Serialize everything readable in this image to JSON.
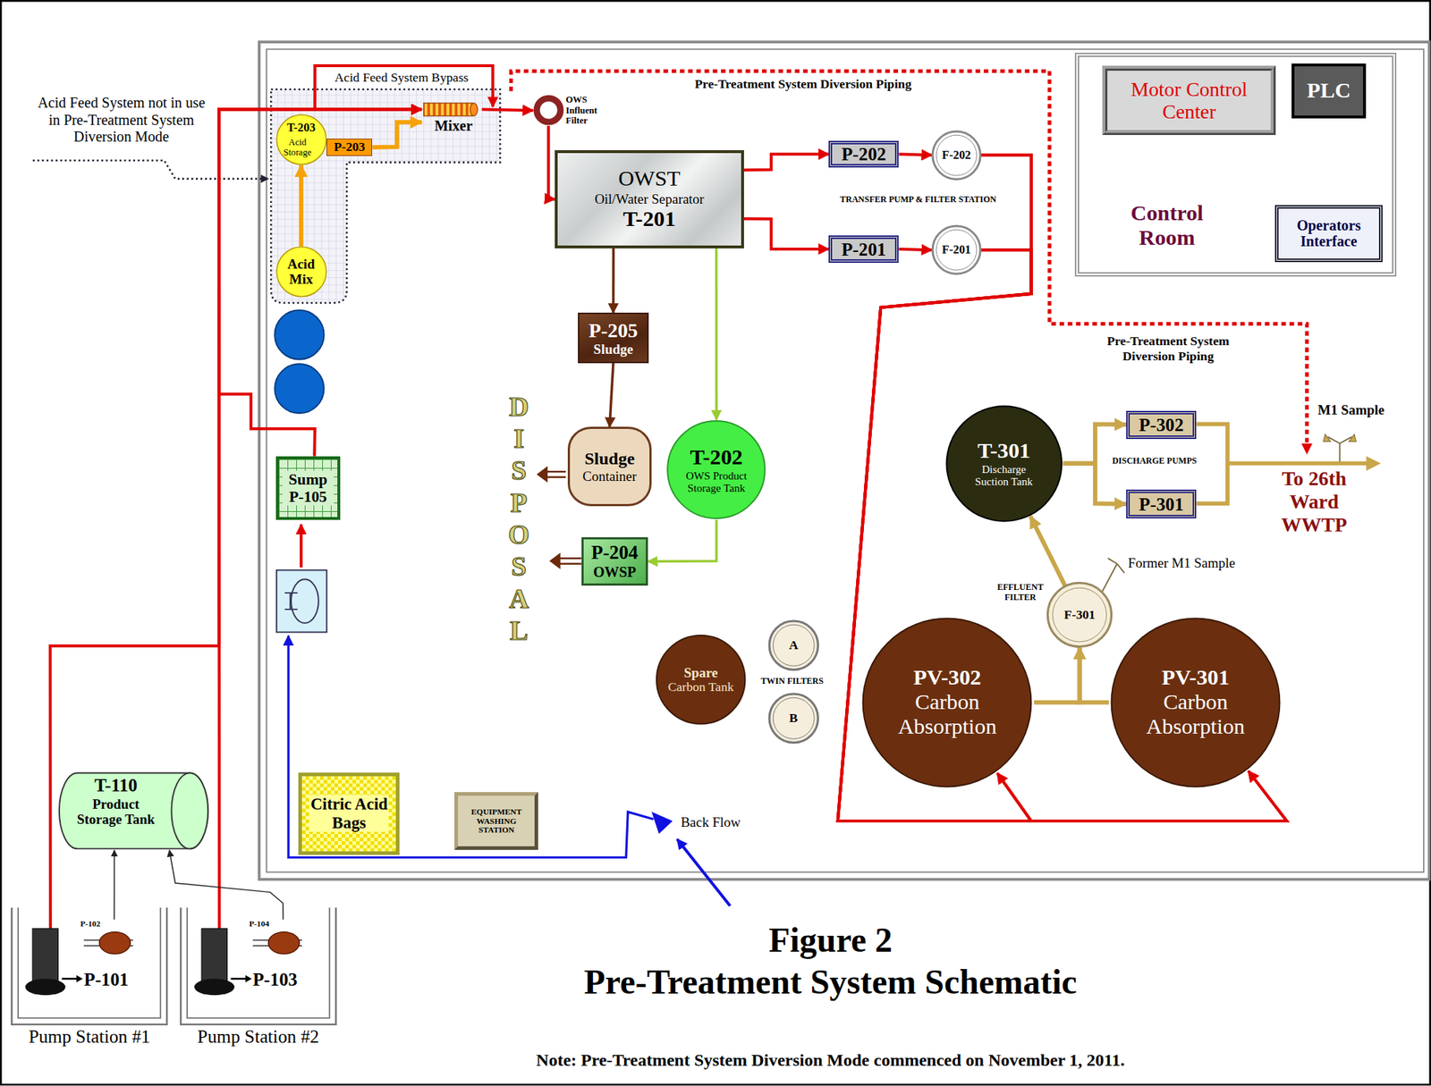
{
  "diagram": {
    "title": "Figure 2",
    "nodes": [
      {
        "text": [
          "T-203",
          "Acid Storage"
        ]
      },
      {
        "text": [
          "P-203"
        ]
      },
      {
        "text": [
          "Mixer"
        ]
      },
      {
        "text": [
          "Acid Mix"
        ]
      },
      {
        "text": [
          "OWS Influent Filter"
        ]
      },
      {
        "text": [
          "OWST",
          "Oil/Water Separator",
          "T-201"
        ]
      },
      {
        "text": [
          "P-202"
        ]
      },
      {
        "text": [
          "F-202"
        ]
      },
      {
        "text": [
          "P-201"
        ]
      },
      {
        "text": [
          "F-201"
        ]
      },
      {
        "text": [
          "P-205",
          "Sludge"
        ]
      },
      {
        "text": [
          "Sludge",
          "Container"
        ]
      },
      {
        "text": [
          "T-202",
          "OWS Product Storage Tank"
        ]
      },
      {
        "text": [
          "P-204",
          "OWSP"
        ]
      },
      {
        "text": [
          "Sump P-105"
        ]
      },
      {
        "text": [
          "T-110",
          "Product Storage Tank"
        ]
      },
      {
        "text": [
          "Pump Station #1"
        ]
      },
      {
        "text": [
          "P-101"
        ],
        "in": 16
      },
      {
        "text": [
          "P-102"
        ],
        "in": 16
      },
      {
        "text": [
          "Pump Station #2"
        ]
      },
      {
        "text": [
          "P-103"
        ],
        "in": 19
      },
      {
        "text": [
          "P-104"
        ],
        "in": 19
      },
      {
        "text": [
          "Citric Acid Bags"
        ]
      },
      {
        "text": [
          "EQUIPMENT WASHING STATION"
        ]
      },
      {
        "text": [
          "Spare",
          "Carbon Tank"
        ]
      },
      {
        "text": [
          "A"
        ]
      },
      {
        "text": [
          "B"
        ]
      },
      {
        "text": [
          "T-301",
          "Discharge Suction Tank"
        ]
      },
      {
        "text": [
          "P-302"
        ]
      },
      {
        "text": [
          "P-301"
        ]
      },
      {
        "text": [
          "F-301"
        ]
      },
      {
        "text": [
          "PV-302",
          "Carbon Absorption"
        ]
      },
      {
        "text": [
          "PV-301",
          "Carbon Absorption"
        ]
      },
      {
        "text": [
          "Control Room"
        ]
      },
      {
        "text": [
          "Motor Control Center"
        ],
        "in": 33
      },
      {
        "text": [
          "PLC"
        ],
        "in": 33
      },
      {
        "text": [
          "Operators Interface"
        ],
        "in": 33
      }
    ],
    "edges": [
      {
        "from": 17,
        "to": 2,
        "arrow": "to"
      },
      {
        "from": 20,
        "to": 2,
        "arrow": "to"
      },
      {
        "from": 14,
        "to": 2,
        "arrow": "to"
      },
      {
        "from": 2,
        "to": 4,
        "arrow": "to"
      },
      {
        "from": 4,
        "to": 5,
        "arrow": "to"
      },
      {
        "from": 5,
        "to": 6,
        "arrow": "to"
      },
      {
        "from": 5,
        "to": 8,
        "arrow": "to"
      },
      {
        "from": 6,
        "to": 7,
        "arrow": "to"
      },
      {
        "from": 8,
        "to": 9,
        "arrow": "to"
      },
      {
        "from": 7,
        "to": 31,
        "arrow": "to"
      },
      {
        "from": 7,
        "to": 32,
        "arrow": "to"
      },
      {
        "from": 9,
        "to": 31,
        "arrow": "to"
      },
      {
        "from": 9,
        "to": 32,
        "arrow": "to"
      },
      {
        "from": 31,
        "to": 30,
        "arrow": "to"
      },
      {
        "from": 32,
        "to": 30,
        "arrow": "to"
      },
      {
        "from": 30,
        "to": 27,
        "arrow": "to"
      },
      {
        "from": 27,
        "to": 28,
        "arrow": "to"
      },
      {
        "from": 27,
        "to": 29,
        "arrow": "to"
      },
      {
        "from": 5,
        "to": 10,
        "arrow": "to"
      },
      {
        "from": 5,
        "to": 12,
        "arrow": "to"
      },
      {
        "from": 10,
        "to": 11,
        "arrow": "to"
      },
      {
        "from": 12,
        "to": 13,
        "arrow": "to"
      },
      {
        "from": 18,
        "to": 15,
        "arrow": "to"
      },
      {
        "from": 21,
        "to": 15,
        "arrow": "to"
      },
      {
        "from": 3,
        "to": 0,
        "arrow": "to"
      },
      {
        "from": 1,
        "to": 2,
        "arrow": "to"
      }
    ],
    "labels": [
      "Acid Feed System not in use in Pre-Treatment System Diversion Mode",
      "Acid Feed System Bypass",
      "Pre-Treatment System Diversion Piping",
      "TRANSFER PUMP & FILTER STATION",
      "Pre-Treatment System Diversion Piping",
      "DISCHARGE PUMPS",
      "M1 Sample",
      "To 26th Ward WWTP",
      "Former M1 Sample",
      "EFFLUENT FILTER",
      "TWIN FILTERS",
      "Back Flow",
      "DISPOSAL",
      "Pre-Treatment System Schematic",
      "Note: Pre-Treatment System Diversion Mode commenced on November 1, 2011."
    ]
  }
}
